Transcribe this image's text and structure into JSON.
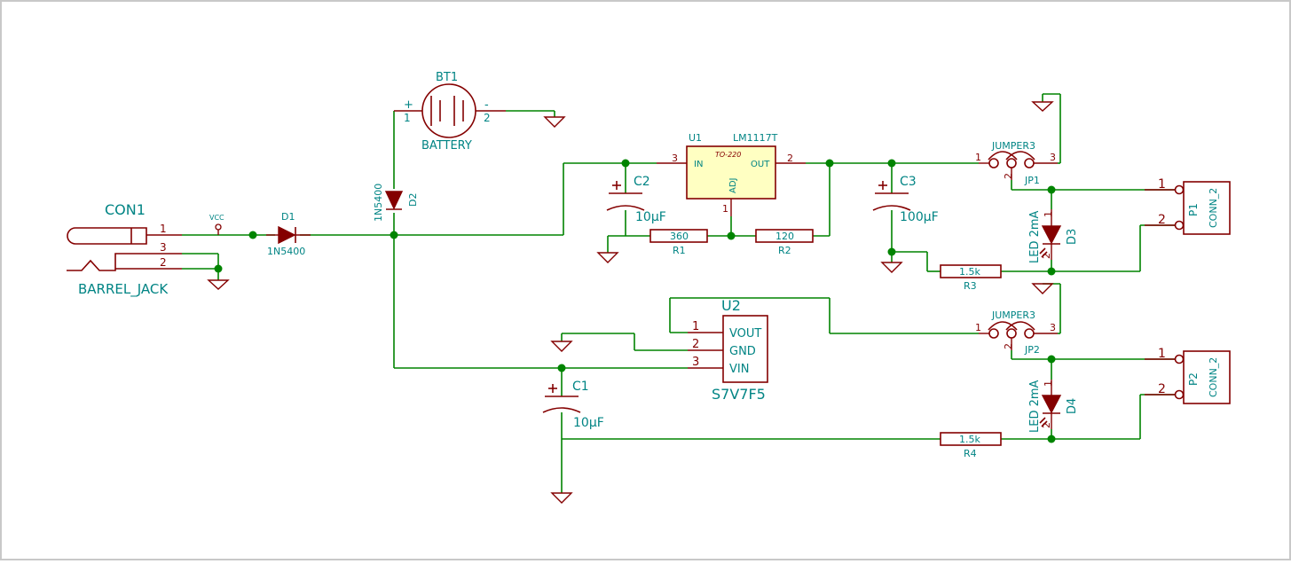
{
  "colors": {
    "wire": "#008400",
    "body": "#840000",
    "text": "#008484",
    "ic_fill": "#ffffc2",
    "frame": "#c8c8c8"
  },
  "components": {
    "con1": {
      "ref": "CON1",
      "value": "BARREL_JACK",
      "pin1": "1",
      "pin2": "2",
      "pin3": "3"
    },
    "vcc": {
      "label": "VCC"
    },
    "d1": {
      "ref": "D1",
      "value": "1N5400"
    },
    "d2": {
      "ref": "D2",
      "value": "1N5400"
    },
    "bt1": {
      "ref": "BT1",
      "value": "BATTERY",
      "pin1": "1",
      "pin2": "2",
      "plus": "+",
      "minus": "-"
    },
    "c2": {
      "ref": "C2",
      "value": "10µF"
    },
    "c3": {
      "ref": "C3",
      "value": "100µF"
    },
    "c1": {
      "ref": "C1",
      "value": "10µF"
    },
    "u1": {
      "ref": "U1",
      "value": "LM1117T",
      "package": "TO-220",
      "pin_in": "IN",
      "pin_out": "OUT",
      "pin_adj": "ADJ",
      "n_in": "3",
      "n_out": "2",
      "n_adj": "1"
    },
    "r1": {
      "ref": "R1",
      "value": "360"
    },
    "r2": {
      "ref": "R2",
      "value": "120"
    },
    "r3": {
      "ref": "R3",
      "value": "1.5k"
    },
    "r4": {
      "ref": "R4",
      "value": "1.5k"
    },
    "jp1": {
      "ref": "JP1",
      "value": "JUMPER3",
      "p1": "1",
      "p2": "2",
      "p3": "3"
    },
    "jp2": {
      "ref": "JP2",
      "value": "JUMPER3",
      "p1": "1",
      "p2": "2",
      "p3": "3"
    },
    "d3": {
      "ref": "D3",
      "value": "LED 2mA",
      "p1": "1",
      "p2": "2"
    },
    "d4": {
      "ref": "D4",
      "value": "LED 2mA",
      "p1": "1",
      "p2": "2"
    },
    "p1": {
      "ref": "P1",
      "value": "CONN_2",
      "p1": "1",
      "p2": "2"
    },
    "p2": {
      "ref": "P2",
      "value": "CONN_2",
      "p1": "1",
      "p2": "2"
    },
    "u2": {
      "ref": "U2",
      "value": "S7V7F5",
      "pin_vout": "VOUT",
      "pin_gnd": "GND",
      "pin_vin": "VIN",
      "n_vout": "1",
      "n_gnd": "2",
      "n_vin": "3"
    }
  }
}
